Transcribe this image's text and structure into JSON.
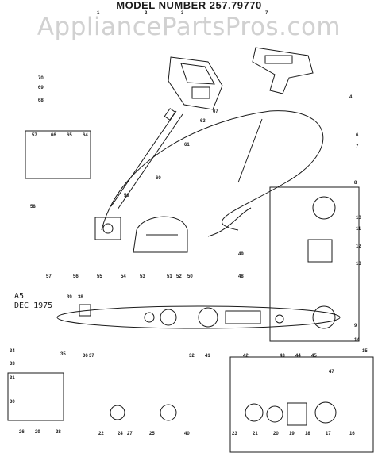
{
  "title": "MODEL NUMBER 257.79770",
  "watermark": "AppliancePartsPros.com",
  "revision": [
    "A5",
    "DEC 1975"
  ],
  "callouts": [
    {
      "id": "c-top-1",
      "label": "1"
    },
    {
      "id": "c-top-2",
      "label": "2"
    },
    {
      "id": "c-top-3",
      "label": "3"
    },
    {
      "id": "c-top-7",
      "label": "7"
    },
    {
      "id": "c-70",
      "label": "70"
    },
    {
      "id": "c-69",
      "label": "69"
    },
    {
      "id": "c-68",
      "label": "68"
    },
    {
      "id": "c-4",
      "label": "4"
    },
    {
      "id": "c-67",
      "label": "67"
    },
    {
      "id": "c-63",
      "label": "63"
    },
    {
      "id": "c-61",
      "label": "61"
    },
    {
      "id": "c-57a",
      "label": "57"
    },
    {
      "id": "c-66",
      "label": "66"
    },
    {
      "id": "c-65",
      "label": "65"
    },
    {
      "id": "c-64",
      "label": "64"
    },
    {
      "id": "c-6a",
      "label": "6"
    },
    {
      "id": "c-7b",
      "label": "7"
    },
    {
      "id": "c-60",
      "label": "60"
    },
    {
      "id": "c-59",
      "label": "59"
    },
    {
      "id": "c-58",
      "label": "58"
    },
    {
      "id": "c-8",
      "label": "8"
    },
    {
      "id": "c-10",
      "label": "10"
    },
    {
      "id": "c-11",
      "label": "11"
    },
    {
      "id": "c-12",
      "label": "12"
    },
    {
      "id": "c-13",
      "label": "13"
    },
    {
      "id": "c-49",
      "label": "49"
    },
    {
      "id": "c-48",
      "label": "48"
    },
    {
      "id": "c-9",
      "label": "9"
    },
    {
      "id": "c-14",
      "label": "14"
    },
    {
      "id": "c-57b",
      "label": "57"
    },
    {
      "id": "c-56",
      "label": "56"
    },
    {
      "id": "c-55",
      "label": "55"
    },
    {
      "id": "c-54",
      "label": "54"
    },
    {
      "id": "c-53",
      "label": "53"
    },
    {
      "id": "c-52",
      "label": "52"
    },
    {
      "id": "c-51",
      "label": "51"
    },
    {
      "id": "c-50",
      "label": "50"
    },
    {
      "id": "c-39",
      "label": "39"
    },
    {
      "id": "c-38",
      "label": "38"
    },
    {
      "id": "c-37",
      "label": "37"
    },
    {
      "id": "c-36",
      "label": "36"
    },
    {
      "id": "c-41",
      "label": "41"
    },
    {
      "id": "c-42",
      "label": "42"
    },
    {
      "id": "c-43",
      "label": "43"
    },
    {
      "id": "c-44",
      "label": "44"
    },
    {
      "id": "c-45",
      "label": "45"
    },
    {
      "id": "c-34",
      "label": "34"
    },
    {
      "id": "c-33",
      "label": "33"
    },
    {
      "id": "c-35",
      "label": "35"
    },
    {
      "id": "c-31",
      "label": "31"
    },
    {
      "id": "c-30",
      "label": "30"
    },
    {
      "id": "c-28",
      "label": "28"
    },
    {
      "id": "c-29",
      "label": "29"
    },
    {
      "id": "c-26",
      "label": "26"
    },
    {
      "id": "c-32",
      "label": "32"
    },
    {
      "id": "c-15",
      "label": "15"
    },
    {
      "id": "c-47",
      "label": "47"
    },
    {
      "id": "c-16",
      "label": "16"
    },
    {
      "id": "c-17",
      "label": "17"
    },
    {
      "id": "c-18",
      "label": "18"
    },
    {
      "id": "c-19",
      "label": "19"
    },
    {
      "id": "c-20",
      "label": "20"
    },
    {
      "id": "c-21",
      "label": "21"
    },
    {
      "id": "c-22",
      "label": "22"
    },
    {
      "id": "c-23",
      "label": "23"
    },
    {
      "id": "c-24",
      "label": "24"
    },
    {
      "id": "c-25",
      "label": "25"
    },
    {
      "id": "c-27",
      "label": "27"
    },
    {
      "id": "c-40",
      "label": "40"
    }
  ]
}
